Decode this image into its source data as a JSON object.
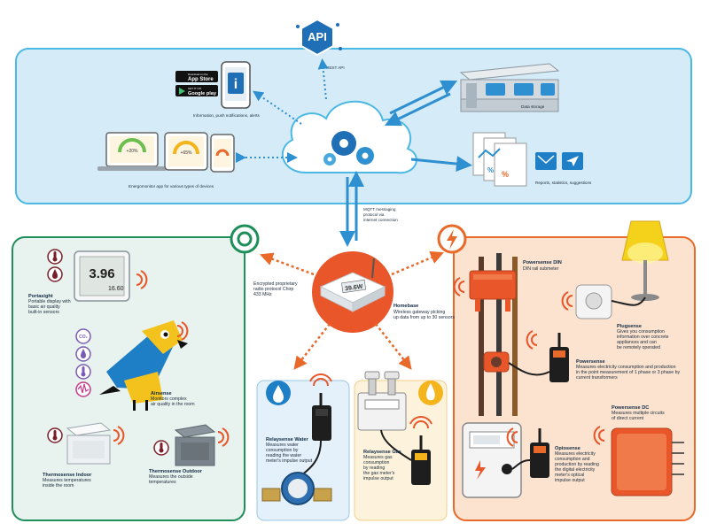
{
  "colors": {
    "cloud_panel": "#d5ebf7",
    "cloud_border": "#4cb8e4",
    "green_panel": "#e8f2ee",
    "green_border": "#1f8f5a",
    "orange_panel": "#fbe3d0",
    "orange_border": "#e8692a",
    "accent_blue": "#1f7fc6",
    "accent_orange": "#e8562a",
    "accent_yellow": "#f4b51c",
    "arrow_blue": "#2e8fd1",
    "arrow_orange": "#e8692a"
  },
  "cloud": {
    "api_badge": "API",
    "rest_api": "REST API",
    "app_store_small": "Download on the",
    "app_store": "App Store",
    "google_play_small": "GET IT ON",
    "google_play": "Google play",
    "notifications": "Information, push notifications, alerts",
    "data_storage": "Data storage",
    "reports": "Reports, statistics, suggestions",
    "devices_caption": "Energomonitor app for various types of devices",
    "mqtt_line1": "MQTT messaging",
    "mqtt_line2": "protocol via",
    "mqtt_line3": "internet connection"
  },
  "homebase": {
    "display": "39.6W",
    "title": "Homebase",
    "line1": "Wireless gateway picking",
    "line2": "up data from up to 30 sensors",
    "radio_line1": "Encrypted proprietary",
    "radio_line2": "radio protocol Chirp",
    "radio_line3": "433 MHz"
  },
  "left": {
    "portasight_value": "3.96",
    "portasight_sub": "16.60",
    "portasight_title": "Portasight",
    "portasight_line1": "Portable display with",
    "portasight_line2": "basic air quality",
    "portasight_line3": "built-in sensors",
    "co2_icon_label": "CO₂",
    "airsense_title": "Airsense",
    "airsense_line1": "Monitors complex",
    "airsense_line2": "air quality in the room",
    "thermo_in_title": "Thermosense Indoor",
    "thermo_in_line1": "Measures temperatures",
    "thermo_in_line2": "inside the room",
    "thermo_out_title": "Thermosense Outdoor",
    "thermo_out_line1": "Measures the outside",
    "thermo_out_line2": "temperatures"
  },
  "bottom": {
    "water_title": "Relaysense Water",
    "water_line1": "Measures water",
    "water_line2": "consumption by",
    "water_line3": "reading the water",
    "water_line4": "meter's impulse output",
    "gas_title": "Relaysense Gas",
    "gas_line1": "Measures gas",
    "gas_line2": "consumption",
    "gas_line3": "by reading",
    "gas_line4": "the gas meter's",
    "gas_line5": "impulse output"
  },
  "right": {
    "din_title": "Powersense DIN",
    "din_line1": "DIN rail submeter",
    "plug_title": "Plugsense",
    "plug_line1": "Gives you consumption",
    "plug_line2": "information over concrete",
    "plug_line3": "appliances and can",
    "plug_line4": "be remotely operated",
    "power_title": "Powersense",
    "power_line1": "Measures electricity consumption and production",
    "power_line2": "in the point measurement of 1 phase or 3 phase by",
    "power_line3": "current transformers",
    "opto_title": "Optosense",
    "opto_line1": "Measures electricity",
    "opto_line2": "consumption and",
    "opto_line3": "production by reading",
    "opto_line4": "the digital electricity",
    "opto_line5": "meter's optical",
    "opto_line6": "impulse output",
    "dc_title": "Powersense DC",
    "dc_line1": "Measures multiple circuits",
    "dc_line2": "of direct current"
  },
  "apps": {
    "gauge1": "+20%",
    "gauge2": "+65%"
  }
}
